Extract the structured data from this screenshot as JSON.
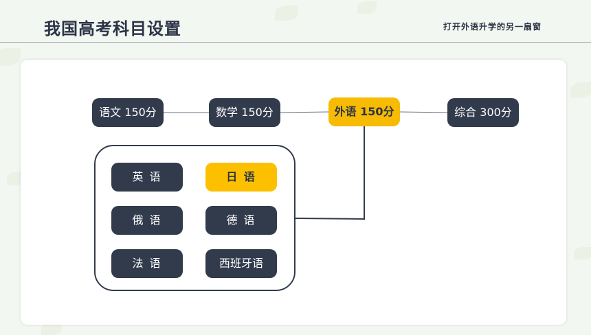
{
  "header": {
    "title": "我国高考科目设置",
    "subtitle": "打开外语升学的另一扇窗"
  },
  "subjects": [
    {
      "label": "语文 150分"
    },
    {
      "label": "数学 150分"
    },
    {
      "label": "外语 150分",
      "highlighted": true
    },
    {
      "label": "综合 300分"
    }
  ],
  "languages": [
    {
      "label": "英 语"
    },
    {
      "label": "日 语",
      "highlighted": true
    },
    {
      "label": "俄 语"
    },
    {
      "label": "德 语"
    },
    {
      "label": "法 语"
    },
    {
      "label": "西班牙语"
    }
  ],
  "colors": {
    "dark": "#323b4c",
    "accent": "#f6bb02",
    "text_dark": "#2b3346"
  }
}
